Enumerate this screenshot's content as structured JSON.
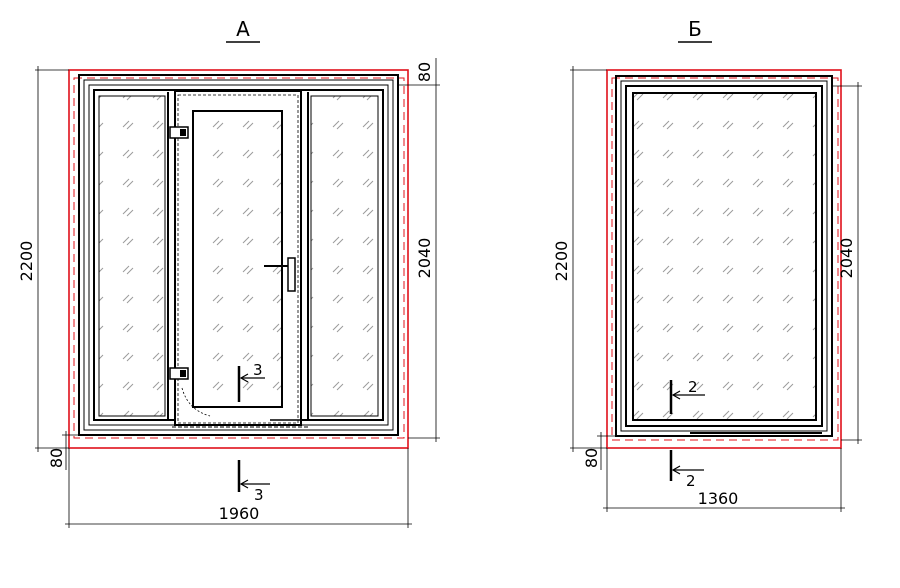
{
  "drawing_a": {
    "title": "А",
    "dim_total_width": "1960",
    "dim_total_height": "2200",
    "dim_inner_height": "2040",
    "dim_top_gap": "80",
    "dim_bottom_gap": "80",
    "section_mark_inner": "3",
    "section_mark_outer": "3"
  },
  "drawing_b": {
    "title": "Б",
    "dim_total_width": "1360",
    "dim_total_height": "2200",
    "dim_inner_height": "2040",
    "dim_bottom_gap": "80",
    "section_mark_inner": "2",
    "section_mark_outer": "2"
  },
  "colors": {
    "line": "#000000",
    "outline_red": "#e0101a",
    "hatch": "#9a9a9a"
  }
}
